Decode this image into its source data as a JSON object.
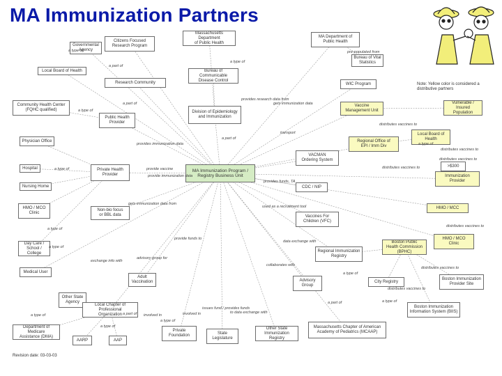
{
  "title": "MA Immunization Partners",
  "revision": "Revision date: 03-03-03",
  "legend_note": "Note: Yellow color is considered a distributive partners",
  "colors": {
    "title": "#0a1aa8",
    "partner_yellow": "#fafac0",
    "center_green": "#d5ecc4",
    "line": "#9a9a9a"
  },
  "nodes": [
    {
      "id": "gov",
      "label": "Governmental\nAgency",
      "style": "plain"
    },
    {
      "id": "citizens",
      "label": "Citizens Focused\nResearch Program",
      "style": "plain"
    },
    {
      "id": "madph",
      "label": "Massachusetts Department\nof Public Health",
      "style": "plain"
    },
    {
      "id": "madph2",
      "label": "MA Department of\nPublic Health",
      "style": "plain"
    },
    {
      "id": "vital",
      "label": "Bureau of Vital\nStatistics",
      "style": "plain"
    },
    {
      "id": "lboh",
      "label": "Local Board of Health",
      "style": "plain"
    },
    {
      "id": "research",
      "label": "Research Community",
      "style": "plain"
    },
    {
      "id": "bcdc",
      "label": "Bureau of Communicable\nDisease Control",
      "style": "plain"
    },
    {
      "id": "wic",
      "label": "WIC Program",
      "style": "plain"
    },
    {
      "id": "chc",
      "label": "Community Health Center\n(FQHC qualified)",
      "style": "plain"
    },
    {
      "id": "dei",
      "label": "Division of Epidemiology\nand Immunization",
      "style": "plain"
    },
    {
      "id": "vmu",
      "label": "Vaccine\nManagement Unit",
      "style": "yellow"
    },
    {
      "id": "vulnerable",
      "label": "Vulnerable / Insured\nPopulation",
      "style": "yellow"
    },
    {
      "id": "public",
      "label": "Public Health\nProvider",
      "style": "plain"
    },
    {
      "id": "physician",
      "label": "Physician Office",
      "style": "plain"
    },
    {
      "id": "lboh2",
      "label": "Local Board of\nHealth",
      "style": "yellow"
    },
    {
      "id": "regional",
      "label": "Regional Office of\nEPI / Imm Div",
      "style": "yellow"
    },
    {
      "id": "vacman",
      "label": "VACMAN\nOrdering System",
      "style": "plain"
    },
    {
      "id": "s300",
      "label": ">$300",
      "style": "plain"
    },
    {
      "id": "hospital",
      "label": "Hospital",
      "style": "plain"
    },
    {
      "id": "php",
      "label": "Private Health\nProvider",
      "style": "plain"
    },
    {
      "id": "center",
      "label": "MA Immunization Program /\nRegistry Business Unit",
      "style": "green"
    },
    {
      "id": "immprov",
      "label": "Immunization\nProvider",
      "style": "yellow"
    },
    {
      "id": "nursing",
      "label": "Nursing Home",
      "style": "plain"
    },
    {
      "id": "cdc",
      "label": "CDC / NIP",
      "style": "plain"
    },
    {
      "id": "hmo",
      "label": "HMO / MCO\nClinic",
      "style": "plain"
    },
    {
      "id": "nonbio",
      "label": "Non-bio focus\nor BBL data",
      "style": "plain"
    },
    {
      "id": "hmoncc",
      "label": "HMO / MCC",
      "style": "yellow"
    },
    {
      "id": "vfc",
      "label": "Vaccines For\nChildren (VFC)",
      "style": "plain"
    },
    {
      "id": "daycare",
      "label": "Day Care /\nSchool / College",
      "style": "plain"
    },
    {
      "id": "rir",
      "label": "Regional Immunization\nRegistry",
      "style": "plain"
    },
    {
      "id": "bphc",
      "label": "Boston Public\nHealth Commission (BPHC)",
      "style": "yellow"
    },
    {
      "id": "hmoclinic",
      "label": "HMO / MCO\nClinic",
      "style": "yellow"
    },
    {
      "id": "medical",
      "label": "Medical User",
      "style": "plain"
    },
    {
      "id": "adult",
      "label": "Adult\nVaccination",
      "style": "plain"
    },
    {
      "id": "advisory",
      "label": "Advisory\nGroup",
      "style": "plain"
    },
    {
      "id": "cityreg",
      "label": "City Registry",
      "style": "plain"
    },
    {
      "id": "bips",
      "label": "Boston Immunization\nProvider Site",
      "style": "plain"
    },
    {
      "id": "otherstate",
      "label": "Other State\nAgency",
      "style": "plain"
    },
    {
      "id": "lcps",
      "label": "Local Chapter of Professional\nOrganization",
      "style": "plain"
    },
    {
      "id": "bis",
      "label": "Boston Immunization\nInformation System (BIIS)",
      "style": "plain"
    },
    {
      "id": "dpr",
      "label": "Department of Medicare\nAssistance (DMA)",
      "style": "plain"
    },
    {
      "id": "aarp",
      "label": "AARP",
      "style": "plain"
    },
    {
      "id": "aap",
      "label": "AAP",
      "style": "plain"
    },
    {
      "id": "foundation",
      "label": "Private\nFoundation",
      "style": "plain"
    },
    {
      "id": "legislature",
      "label": "State\nLegislature",
      "style": "plain"
    },
    {
      "id": "osir",
      "label": "Other State\nImmunization Registry",
      "style": "plain"
    },
    {
      "id": "maaap",
      "label": "Massachusetts Chapter of American\nAcademy of Pediatrics (MCAAP)",
      "style": "plain"
    }
  ],
  "edge_labels": [
    "a type of",
    "a part of",
    "a type of",
    "pre-populated from",
    "provides research data from",
    "a part of",
    "gets immunization data",
    "a type of",
    "provides immunization data",
    "a part of",
    "transport",
    "distributes vaccines to",
    "a type of",
    "provide vaccine",
    "provide immunization data",
    "distributes vaccines to",
    "distributes vaccines to",
    "provides funds, TA",
    "a type of",
    "a type of",
    "distributes vaccines to",
    "gets immunization data from",
    "a type of",
    "used as a recruitment tool",
    "distributes vaccines to",
    "provide funds to",
    "distributes vaccines to",
    "exchange info with",
    "advisory group for",
    "data exchange with",
    "collaborates with",
    "distributes vaccines to",
    "a type of",
    "a part of",
    "a type of",
    "issues fund / provides funds",
    "a type of",
    "involved in",
    "a part of",
    "to data exchange with",
    "a type of",
    "involved in",
    "a type of"
  ]
}
